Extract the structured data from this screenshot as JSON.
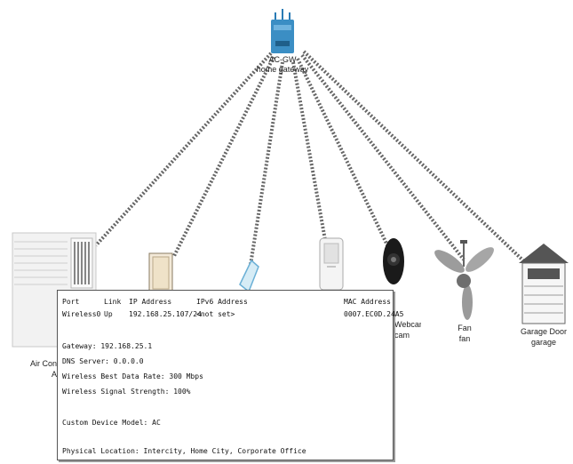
{
  "gateway": {
    "name": "AC-GW",
    "sub": "home gateway"
  },
  "devices": [
    {
      "id": "ac",
      "name": "Air Cond",
      "sub": "AC",
      "icon": "air-conditioner-icon"
    },
    {
      "id": "door",
      "name": "",
      "sub": "",
      "icon": "door-icon"
    },
    {
      "id": "window",
      "name": "",
      "sub": "",
      "icon": "window-icon"
    },
    {
      "id": "purifier",
      "name": "",
      "sub": "",
      "icon": "air-purifier-icon"
    },
    {
      "id": "webcam",
      "name": "Webcam",
      "sub": "cam",
      "icon": "webcam-icon"
    },
    {
      "id": "fan",
      "name": "Fan",
      "sub": "fan",
      "icon": "ceiling-fan-icon"
    },
    {
      "id": "garage",
      "name": "Garage Door",
      "sub": "garage",
      "icon": "garage-door-icon"
    }
  ],
  "tooltip": {
    "headers": {
      "port": "Port",
      "link": "Link",
      "ip": "IP Address",
      "ipv6": "IPv6 Address",
      "mac": "MAC Address"
    },
    "row": {
      "port": "Wireless0",
      "link": "Up",
      "ip": "192.168.25.107/24",
      "ipv6": "<not set>",
      "mac": "0007.EC0D.24A5"
    },
    "gateway": "Gateway: 192.168.25.1",
    "dns": "DNS Server: 0.0.0.0",
    "rate": "Wireless Best Data Rate: 300 Mbps",
    "signal": "Wireless Signal Strength: 100%",
    "model": "Custom Device Model: AC",
    "location": "Physical Location: Intercity, Home City, Corporate Office"
  }
}
